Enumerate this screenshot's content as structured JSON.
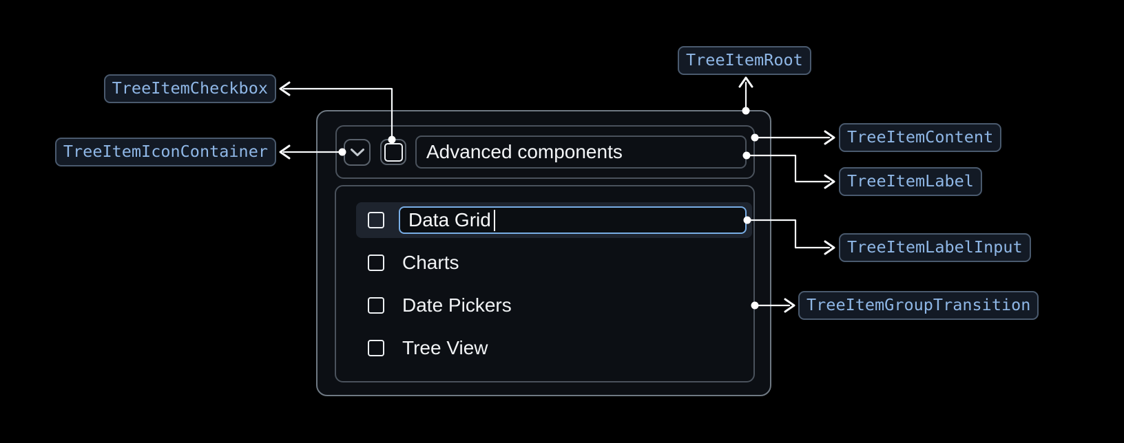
{
  "annotations": {
    "root": "TreeItemRoot",
    "content": "TreeItemContent",
    "icon_container": "TreeItemIconContainer",
    "checkbox": "TreeItemCheckbox",
    "label": "TreeItemLabel",
    "label_input": "TreeItemLabelInput",
    "group_transition": "TreeItemGroupTransition"
  },
  "tree": {
    "parent": {
      "label": "Advanced components",
      "expanded": true,
      "checked": false
    },
    "editing_item": {
      "input_value": "Data Grid",
      "editing": true,
      "checked": false
    },
    "children": [
      {
        "label": "Charts",
        "checked": false
      },
      {
        "label": "Date Pickers",
        "checked": false
      },
      {
        "label": "Tree View",
        "checked": false
      }
    ]
  },
  "colors": {
    "page_background": "#000000",
    "root_background": "#0c0f14",
    "root_border": "#6f7983",
    "inner_border": "#4a525c",
    "annotation_background": "#131a25",
    "annotation_border": "#4a5a6e",
    "annotation_text": "#8fb7e6",
    "input_focus_border": "#79aee6",
    "selected_row_background": "#1e242e",
    "checkbox_border": "#eef1f4",
    "main_text": "#f3f5f7",
    "connector": "#f8fafc"
  }
}
